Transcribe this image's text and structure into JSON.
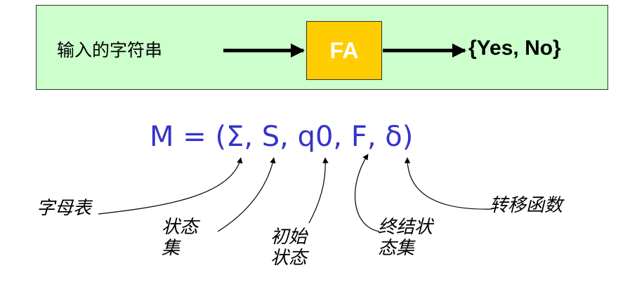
{
  "top": {
    "input_label": "输入的字符串",
    "fa_label": "FA",
    "output_label": "{Yes, No}"
  },
  "formula": "M = (Σ, S, q0, F, δ)",
  "annotations": {
    "alphabet": "字母表",
    "state_set": "状态\n集",
    "initial_state": "初始\n状态",
    "final_state_set": "终结状\n态集",
    "transition_function": "转移函数"
  },
  "colors": {
    "panel_bg": "#ccffcc",
    "fa_box": "#ffcc00",
    "formula_text": "#3333cc"
  }
}
